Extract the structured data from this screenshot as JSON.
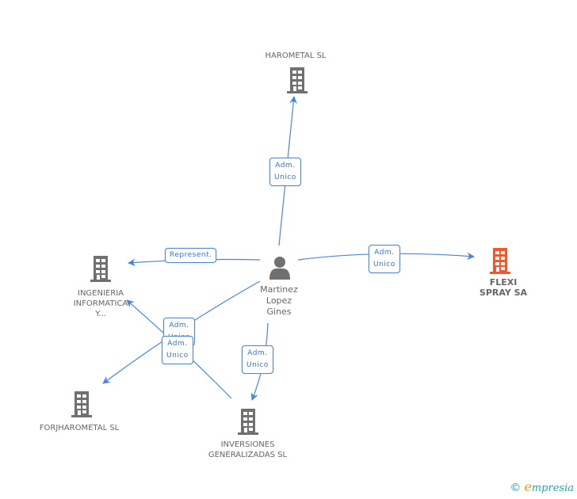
{
  "center_person": {
    "name": "Martinez\nLopez\nGines",
    "icon": "person-icon"
  },
  "companies": [
    {
      "id": "harometal",
      "name": "HAROMETAL SL",
      "icon": "building-icon",
      "highlight": false
    },
    {
      "id": "flexi",
      "name": "FLEXI\nSPRAY SA",
      "icon": "building-icon",
      "highlight": true
    },
    {
      "id": "ingenieria",
      "name": "INGENIERIA\nINFORMATICA\nY...",
      "icon": "building-icon",
      "highlight": false
    },
    {
      "id": "forjharometal",
      "name": "FORJHAROMETAL SL",
      "icon": "building-icon",
      "highlight": false
    },
    {
      "id": "inversiones",
      "name": "INVERSIONES\nGENERALIZADAS SL",
      "icon": "building-icon",
      "highlight": false
    }
  ],
  "edges": [
    {
      "from": "person",
      "to": "harometal",
      "label": "Adm.\nUnico"
    },
    {
      "from": "person",
      "to": "flexi",
      "label": "Adm.\nUnico"
    },
    {
      "from": "person",
      "to": "ingenieria",
      "label": "Represent."
    },
    {
      "from": "person",
      "to": "inversiones",
      "label": "Adm.\nUnico"
    },
    {
      "from": "person",
      "to": "forjharometal",
      "label": "Adm.\nUnico"
    },
    {
      "from": "inversiones",
      "to": "ingenieria",
      "label": "Adm.\nUnico"
    }
  ],
  "colors": {
    "edge": "#4a86d8",
    "building": "#707070",
    "highlight": "#f05a2a"
  },
  "footer": {
    "copyright": "©",
    "brand_initial": "e",
    "brand_rest": "mpresia"
  }
}
